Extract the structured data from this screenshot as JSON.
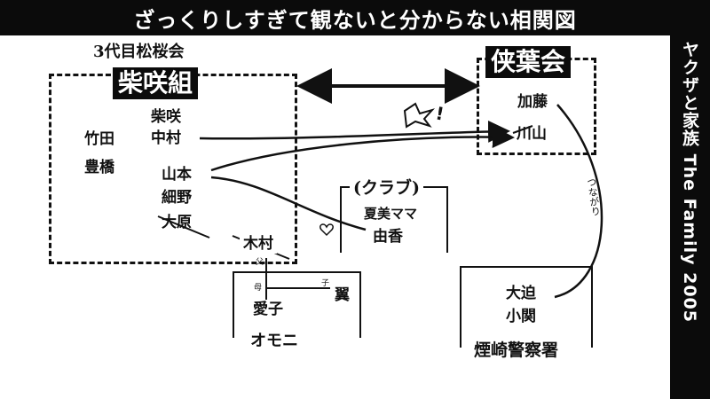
{
  "title": "ざっくりしすぎて観ないと分からない相関図",
  "side_caption": "ヤクザと家族 The Family 2005",
  "groups": {
    "shibasakigumi": {
      "parent": "3代目松桜会",
      "name": "柴咲組",
      "members": [
        "竹田",
        "豊橋",
        "柴咲",
        "中村",
        "山本",
        "細野",
        "大原"
      ]
    },
    "kyoyokai": {
      "name": "侠葉会",
      "members": [
        "加藤",
        "川山"
      ]
    },
    "club": {
      "name": "(クラブ)",
      "members": [
        "夏美ママ",
        "由香"
      ]
    },
    "omoni": {
      "name": "オモニ",
      "members": [
        "木村",
        "愛子",
        "翼"
      ],
      "relation_labels": {
        "mother": "母",
        "father": "父",
        "child": "子"
      }
    },
    "police": {
      "name": "煙崎警察署",
      "members": [
        "大迫",
        "小関"
      ]
    }
  },
  "annotations": {
    "connected": "つながり",
    "clash": "!"
  },
  "colors": {
    "ink": "#111111",
    "bar": "#0b0b0b",
    "bg": "#ffffff"
  }
}
